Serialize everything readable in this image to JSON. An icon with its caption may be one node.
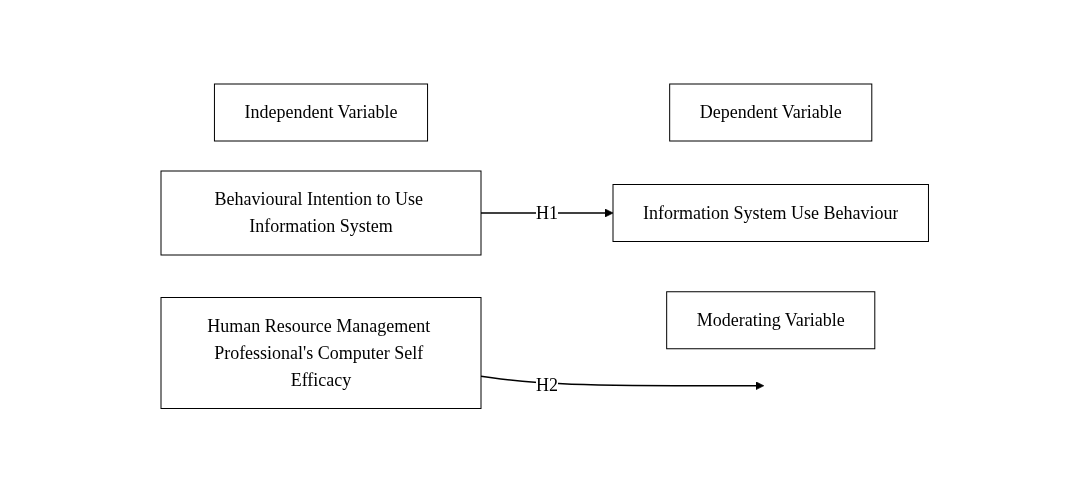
{
  "diagram": {
    "nodes": [
      {
        "text": [
          "Independent Variable"
        ]
      },
      {
        "text": [
          "Behavioural Intention to Use Information System"
        ]
      },
      {
        "text": [
          "Dependent Variable"
        ]
      },
      {
        "text": [
          "Information System Use Behaviour"
        ]
      },
      {
        "text": [
          "Human Resource Management Professional's Computer Self Efficacy"
        ]
      },
      {
        "text": [
          "Moderating Variable"
        ]
      }
    ],
    "edges": [
      {
        "from": 1,
        "to": 3,
        "arrow": "to",
        "label": "H1"
      },
      {
        "from": 4,
        "to": null,
        "arrow": "to",
        "label": "H2"
      }
    ]
  }
}
